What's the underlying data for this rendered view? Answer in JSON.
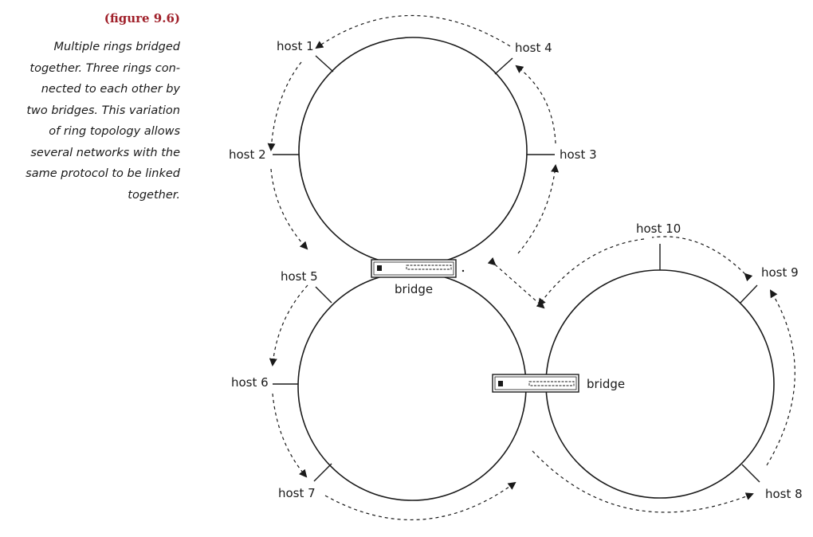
{
  "figure": {
    "title": "(figure 9.6)",
    "caption_lines": [
      "Multiple rings bridged",
      "together. Three rings con-",
      "nected to each other by",
      "two bridges. This variation",
      "of ring topology allows",
      "several networks with the",
      "same protocol to be linked",
      "together."
    ]
  },
  "hosts": {
    "h1": "host 1",
    "h2": "host 2",
    "h3": "host 3",
    "h4": "host 4",
    "h5": "host 5",
    "h6": "host 6",
    "h7": "host 7",
    "h8": "host 8",
    "h9": "host 9",
    "h10": "host 10"
  },
  "bridges": {
    "top": "bridge",
    "right": "bridge"
  },
  "colors": {
    "title": "#a0202a",
    "line": "#1a1a1a"
  }
}
